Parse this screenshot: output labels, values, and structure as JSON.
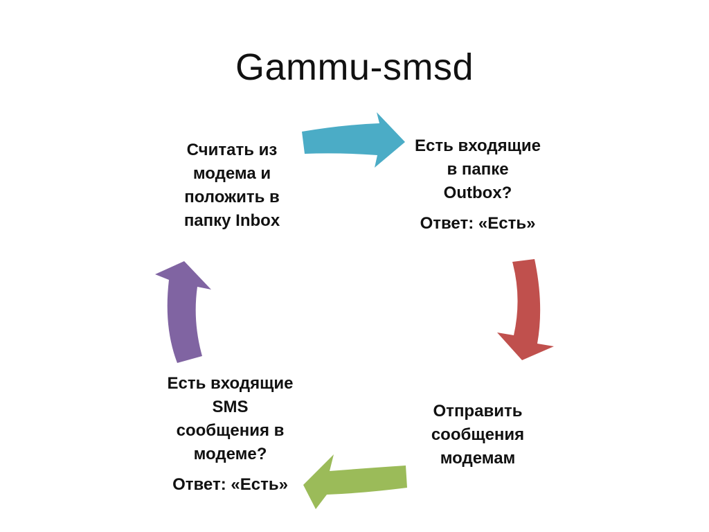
{
  "title": "Gammu-smsd",
  "steps": [
    {
      "lines": [
        "Считать из",
        "модема и",
        "положить в",
        "папку Inbox"
      ],
      "note": ""
    },
    {
      "lines": [
        "Есть входящие",
        "в папке",
        "Outbox?"
      ],
      "note": "Ответ: «Есть»"
    },
    {
      "lines": [
        "Отправить",
        "сообщения",
        "модемам"
      ],
      "note": ""
    },
    {
      "lines": [
        "Есть входящие",
        "SMS",
        "сообщения в",
        "модеме?"
      ],
      "note": "Ответ: «Есть»"
    }
  ],
  "arrows": [
    {
      "from": "step-1",
      "to": "step-2",
      "color": "#4BACC6"
    },
    {
      "from": "step-2",
      "to": "step-3",
      "color": "#C0504D"
    },
    {
      "from": "step-3",
      "to": "step-4",
      "color": "#9BBB59"
    },
    {
      "from": "step-4",
      "to": "step-1",
      "color": "#8064A2"
    }
  ]
}
